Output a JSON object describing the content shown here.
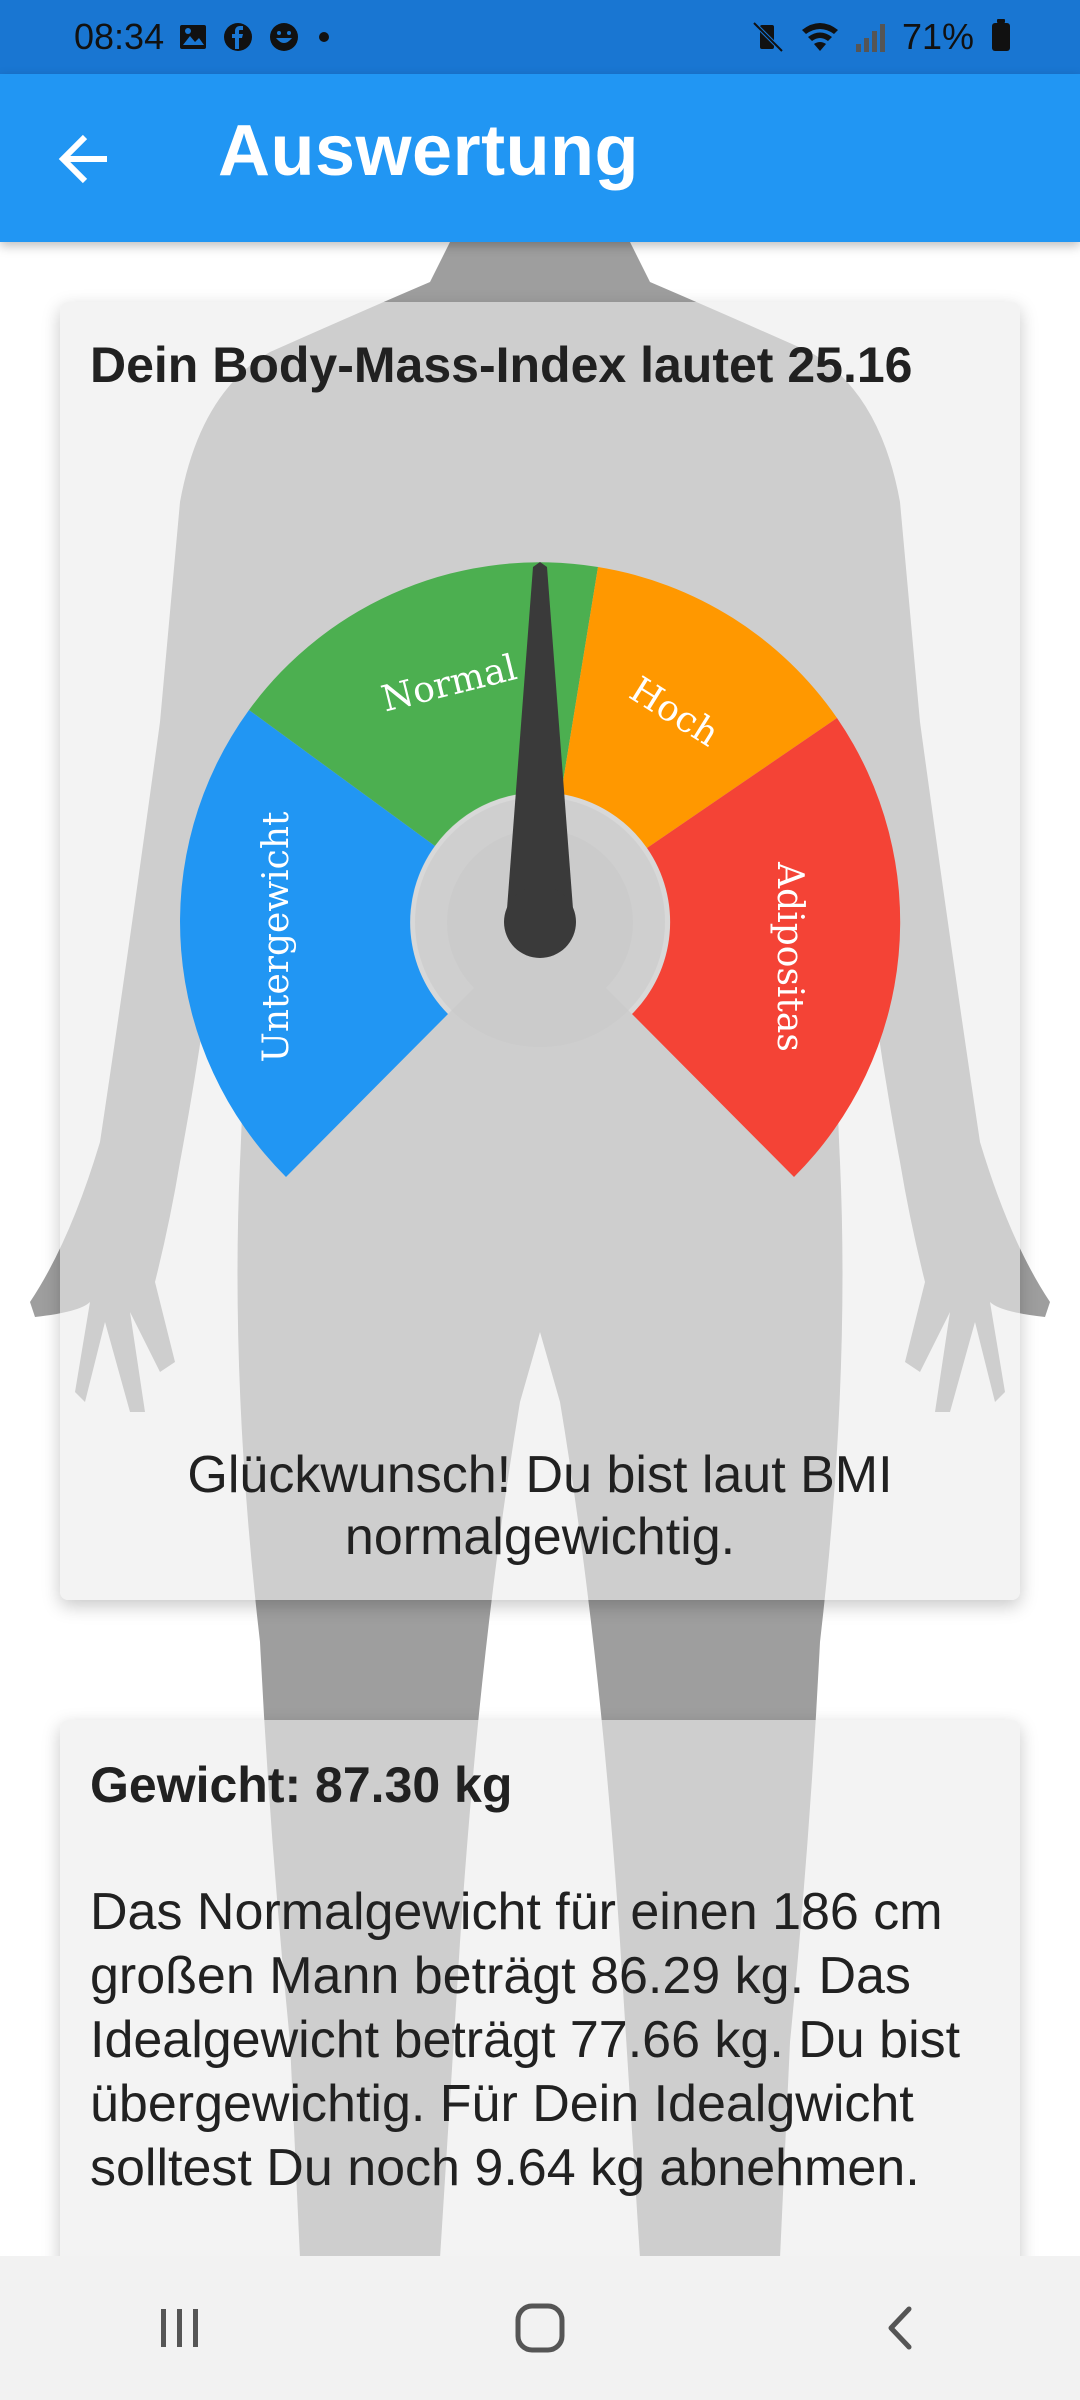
{
  "status_bar": {
    "time": "08:34",
    "battery": "71%",
    "icons_left": [
      "image-icon",
      "facebook-icon",
      "face-icon",
      "dot-icon"
    ],
    "icons_right": [
      "mute-vibrate-icon",
      "wifi-icon",
      "signal-icon",
      "battery-icon"
    ]
  },
  "app_bar": {
    "title": "Auswertung",
    "back_icon": "arrow-left-icon",
    "background": "#2196F3"
  },
  "bmi_card": {
    "title": "Dein Body-Mass-Index lautet 25.16",
    "bmi_value": 25.16,
    "gauge": {
      "segments": [
        {
          "label": "Untergewicht",
          "color": "#2196F3"
        },
        {
          "label": "Normal",
          "color": "#4CAF50"
        },
        {
          "label": "Hoch",
          "color": "#FF9800"
        },
        {
          "label": "Adipositas",
          "color": "#F44336"
        }
      ],
      "needle_color": "#3A3A3A"
    },
    "message": "Glückwunsch! Du bist laut BMI normalgewichtig."
  },
  "weight_card": {
    "title": "Gewicht: 87.30 kg",
    "text": "Das Normalgewicht für einen 186 cm großen Mann beträgt 86.29 kg. Das Idealgewicht beträgt 77.66 kg. Du bist übergewichtig. Für Dein Idealgwicht solltest Du noch 9.64 kg abnehmen."
  },
  "nav_bar": {
    "buttons": [
      "recent-apps-icon",
      "home-icon",
      "back-icon"
    ]
  }
}
